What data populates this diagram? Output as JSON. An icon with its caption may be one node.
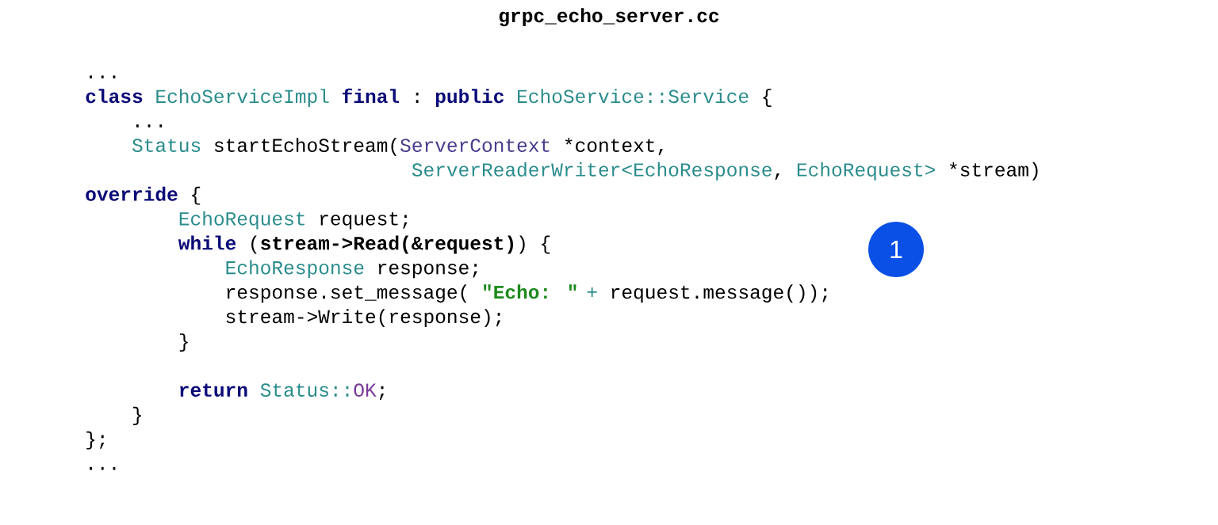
{
  "diagram": {
    "title": "grpc_echo_server.cc",
    "nodes": [
      {
        "text": [
          "1"
        ]
      }
    ],
    "edges": [],
    "labels": [
      "...",
      "class",
      "EchoServiceImpl",
      "final",
      ":",
      "public",
      "EchoService::Service",
      "{",
      "...",
      "Status",
      "startEchoStream(",
      "ServerContext",
      "*context,",
      "ServerReaderWriter<EchoResponse",
      ",",
      "EchoRequest>",
      "*stream)",
      "override",
      "{",
      "EchoRequest",
      "request;",
      "while",
      "(",
      "stream->Read(&request)",
      ")",
      "{",
      "EchoResponse",
      "response;",
      "response.set_message(",
      "\"Echo: \"",
      "+",
      "request.message());",
      "stream->Write(response);",
      "}",
      "return",
      "Status::",
      "OK",
      ";",
      "}",
      "};",
      "..."
    ]
  }
}
